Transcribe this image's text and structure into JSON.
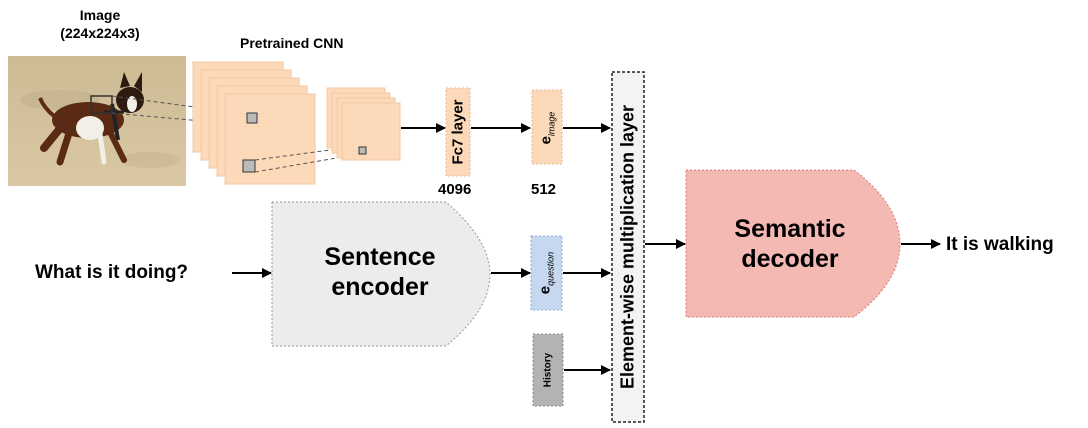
{
  "image_block": {
    "title_line1": "Image",
    "title_line2": "(224x224x3)"
  },
  "cnn": {
    "title": "Pretrained CNN"
  },
  "fc7": {
    "label": "Fc7 layer",
    "dim": "4096"
  },
  "e_image": {
    "symbol": "e",
    "subscript": "image",
    "dim": "512"
  },
  "e_question": {
    "symbol": "e",
    "subscript": "question"
  },
  "history": {
    "label": "History"
  },
  "multiplication": {
    "label": "Element-wise multiplication layer"
  },
  "sentence_encoder": {
    "line1": "Sentence",
    "line2": "encoder"
  },
  "semantic_decoder": {
    "line1": "Semantic",
    "line2": "decoder"
  },
  "question_input": {
    "text": "What is it doing?"
  },
  "answer_output": {
    "text": "It is walking"
  },
  "colors": {
    "cnn_fill": "#fcd9b8",
    "fc7_fill": "#fcd9b8",
    "question_fill": "#c6d8ef",
    "history_fill": "#b3b3b3",
    "encoder_fill": "#ececec",
    "decoder_fill": "#f4b9b3",
    "multiplication_fill": "#f3f3f3"
  }
}
